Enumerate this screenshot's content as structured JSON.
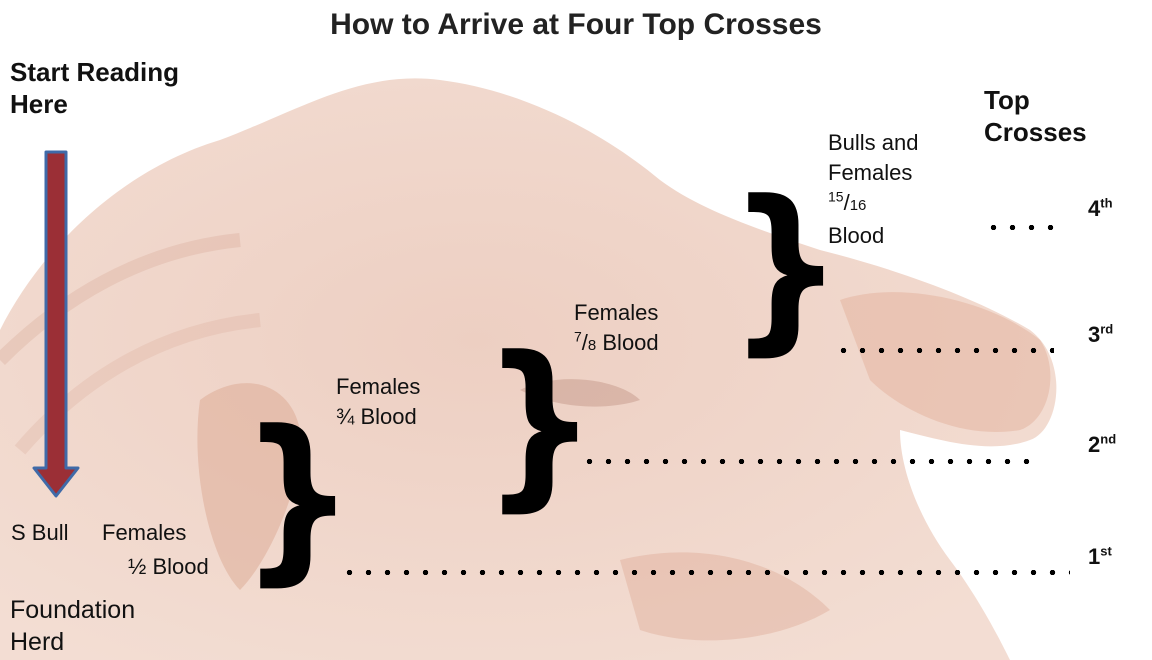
{
  "title": "How to Arrive at Four Top Crosses",
  "start_reading": [
    "Start Reading",
    "Here"
  ],
  "top_crosses": [
    "Top",
    "Crosses"
  ],
  "foundation": {
    "bull": "S Bull",
    "females": "Females",
    "blood": "½ Blood",
    "herd": [
      "Foundation",
      "Herd"
    ]
  },
  "steps": [
    {
      "line1": "Females",
      "line2": "¾ Blood"
    },
    {
      "line1": "Females",
      "fraction_num": "7",
      "fraction_den": "8",
      "line2_suffix": " Blood"
    },
    {
      "lines": [
        "Bulls and",
        "Females"
      ],
      "fraction_num": "15",
      "fraction_den": "16",
      "last": "Blood"
    }
  ],
  "crosses": [
    {
      "num": "1",
      "suffix": "st"
    },
    {
      "num": "2",
      "suffix": "nd"
    },
    {
      "num": "3",
      "suffix": "rd"
    },
    {
      "num": "4",
      "suffix": "th"
    }
  ],
  "colors": {
    "arrow_fill": "#9b2f36",
    "arrow_border": "#3f6aa8",
    "background_cattle": "#d9a88f"
  },
  "icons": {
    "arrow": "down-arrow-icon",
    "brace": "right-curly-brace-icon"
  }
}
